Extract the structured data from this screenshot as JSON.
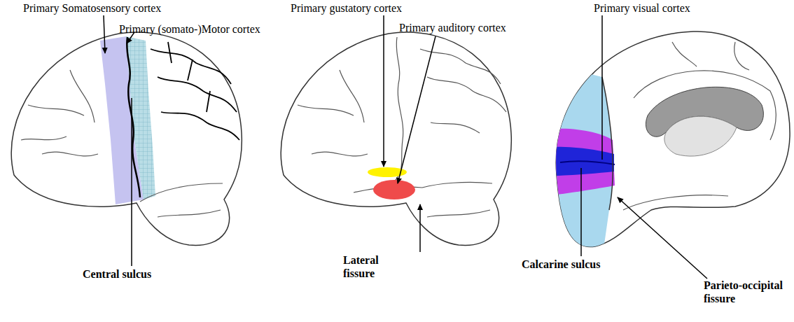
{
  "diagram": {
    "labels": [
      "Primary Somatosensory cortex",
      "Primary (somato-)Motor cortex",
      "Central sulcus",
      "Primary gustatory cortex",
      "Primary auditory cortex",
      "Lateral fissure",
      "Primary visual cortex",
      "Calcarine sulcus",
      "Parieto-occipital fissure"
    ]
  }
}
